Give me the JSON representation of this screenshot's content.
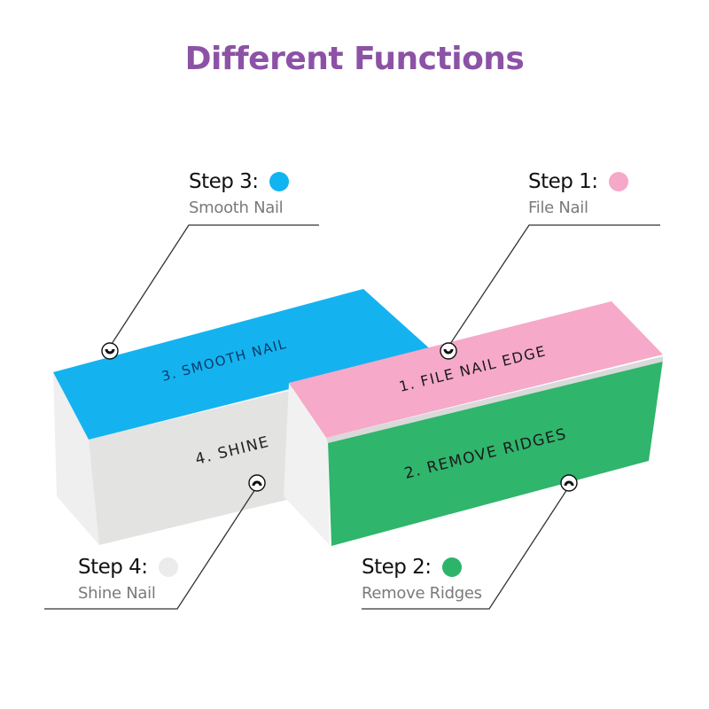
{
  "title": "Different Functions",
  "colors": {
    "title": "#8c52a6",
    "step1_dot": "#f5a8c8",
    "step2_dot": "#2eb36b",
    "step3_dot": "#0fb4f0",
    "step4_dot": "#ebebeb"
  },
  "steps": [
    {
      "id": "step1",
      "label": "Step 1:",
      "sub": "File Nail",
      "color": "#f5a8c8"
    },
    {
      "id": "step2",
      "label": "Step 2:",
      "sub": "Remove Ridges",
      "color": "#2eb36b"
    },
    {
      "id": "step3",
      "label": "Step 3:",
      "sub": "Smooth Nail",
      "color": "#0fb4f0"
    },
    {
      "id": "step4",
      "label": "Step 4:",
      "sub": "Shine Nail",
      "color": "#ebebeb"
    }
  ],
  "blocks": {
    "left": {
      "top_text": "3. SMOOTH NAIL",
      "front_text": "4. SHINE",
      "top_color": "#14b3f0",
      "front_color": "#e4e4e2",
      "side_color": "#f3f3f3"
    },
    "right": {
      "top_text": "1. FILE NAIL EDGE",
      "front_text": "2. REMOVE RIDGES",
      "top_color": "#f6a9c8",
      "front_color": "#2fb56c",
      "side_color": "#f1f1f1"
    }
  },
  "markers": [
    "callout-marker-icon"
  ]
}
